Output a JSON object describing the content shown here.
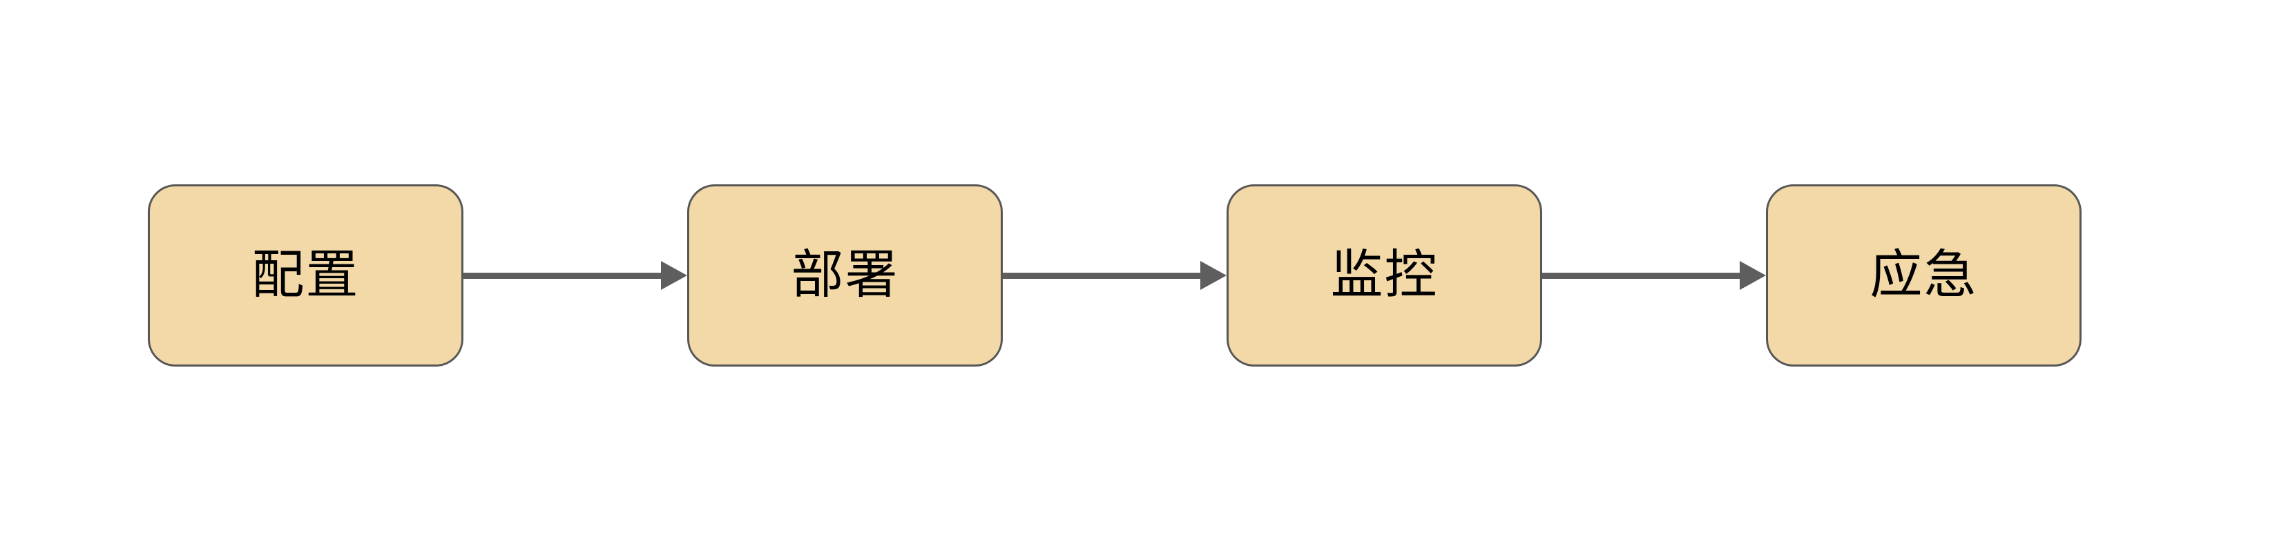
{
  "diagram": {
    "type": "flowchart",
    "direction": "left-to-right",
    "nodes": [
      {
        "id": "config",
        "label": "配置"
      },
      {
        "id": "deploy",
        "label": "部署"
      },
      {
        "id": "monitor",
        "label": "监控"
      },
      {
        "id": "emergency",
        "label": "应急"
      }
    ],
    "edges": [
      {
        "from": "配置",
        "to": "部署"
      },
      {
        "from": "部署",
        "to": "监控"
      },
      {
        "from": "监控",
        "to": "应急"
      }
    ],
    "colors": {
      "background": "#FFFFFF",
      "node_fill": "#F3D9A8",
      "node_border": "#575757",
      "arrow": "#5E5E5E",
      "text": "#000000"
    }
  }
}
